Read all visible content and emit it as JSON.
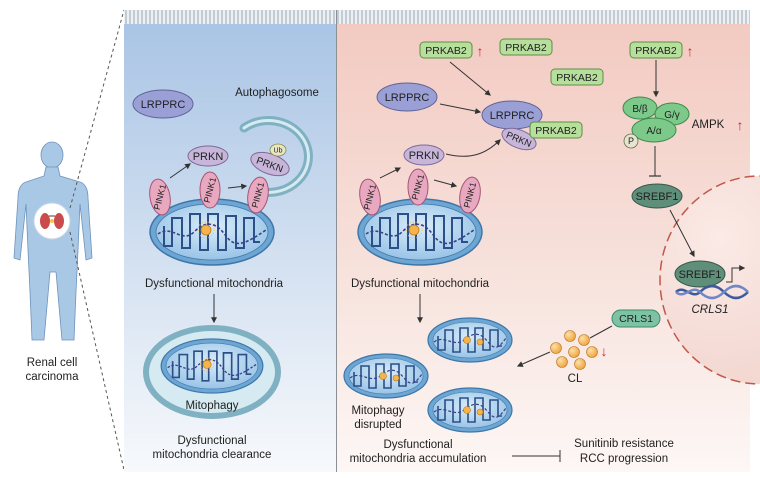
{
  "body_panel": {
    "caption_line1": "Renal cell",
    "caption_line2": "carcinoma"
  },
  "left_panel": {
    "lrpprc": "LRPPRC",
    "autophagosome": "Autophagosome",
    "prkn": "PRKN",
    "prkn_ub": "PRKN",
    "ub": "Ub",
    "pink1": "PINK1",
    "dysfunctional_mito": "Dysfunctional mitochondria",
    "mitophagy": "Mitophagy",
    "clearance_line1": "Dysfunctional",
    "clearance_line2": "mitochondria clearance"
  },
  "right_panel": {
    "prkab2_top": "PRKAB2",
    "prkab2_mid": "PRKAB2",
    "prkab2_free": "PRKAB2",
    "prkab2_ampk": "PRKAB2",
    "prkab2_complex": "PRKAB2",
    "lrpprc_free": "LRPPRC",
    "lrpprc_complex": "LRPPRC",
    "prkn_complex": "PRKN",
    "prkn": "PRKN",
    "pink1": "PINK1",
    "b_beta": "B/β",
    "g_gamma": "G/γ",
    "a_alpha": "A/α",
    "p": "P",
    "ampk": "AMPK",
    "srebf1_cyto": "SREBF1",
    "srebf1_nuc": "SREBF1",
    "crls1_gene": "CRLS1",
    "crls1_protein": "CRLS1",
    "cl": "CL",
    "dysfunctional_mito": "Dysfunctional mitochondria",
    "mito_disrupted_line1": "Mitophagy",
    "mito_disrupted_line2": "disrupted",
    "accum_line1": "Dysfunctional",
    "accum_line2": "mitochondria accumulation",
    "outcome_line1": "Sunitinib resistance",
    "outcome_line2": "RCC progression"
  },
  "colors": {
    "left_bg_top": "#a7c3e4",
    "right_bg_top": "#f2c9c0",
    "pink1": "#e8a9c0",
    "prkn": "#c7b6da",
    "lrpprc": "#9aa0d6",
    "prkab2": "#b6df9c",
    "ampk": "#7cc98a",
    "srebf1": "#5f8f7a",
    "crls1_protein": "#7dc3a3",
    "cl": "#f2b45a",
    "up_arrow": "#d42a2a",
    "mito_outer": "#7eb0d8",
    "mito_cristae": "#2b4f86"
  }
}
